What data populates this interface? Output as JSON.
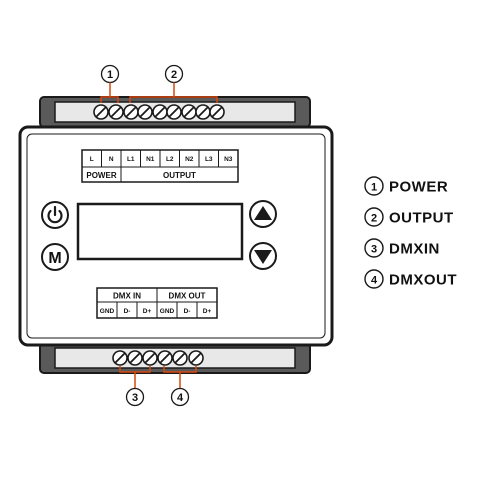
{
  "callouts": {
    "top_left": "1",
    "top_right": "2",
    "bottom_left": "3",
    "bottom_right": "4"
  },
  "top_terminal_labels": [
    "L",
    "N",
    "L1",
    "N1",
    "L2",
    "N2",
    "L3",
    "N3"
  ],
  "top_group_labels": {
    "power": "POWER",
    "output": "OUTPUT"
  },
  "bottom_group_labels": {
    "dmx_in": "DMX IN",
    "dmx_out": "DMX OUT"
  },
  "bottom_terminal_labels": [
    "GND",
    "D-",
    "D+",
    "GND",
    "D-",
    "D+"
  ],
  "buttons": {
    "mode": "M"
  },
  "legend": [
    {
      "num": "1",
      "label": "POWER"
    },
    {
      "num": "2",
      "label": "OUTPUT"
    },
    {
      "num": "3",
      "label": "DMXIN"
    },
    {
      "num": "4",
      "label": "DMXOUT"
    }
  ],
  "colors": {
    "callout_line": "#d9480f",
    "outline": "#1a1a1a",
    "rail": "#5a5a5a"
  },
  "icons": [
    "power-icon",
    "mode-icon",
    "up-arrow-icon",
    "down-arrow-icon"
  ]
}
